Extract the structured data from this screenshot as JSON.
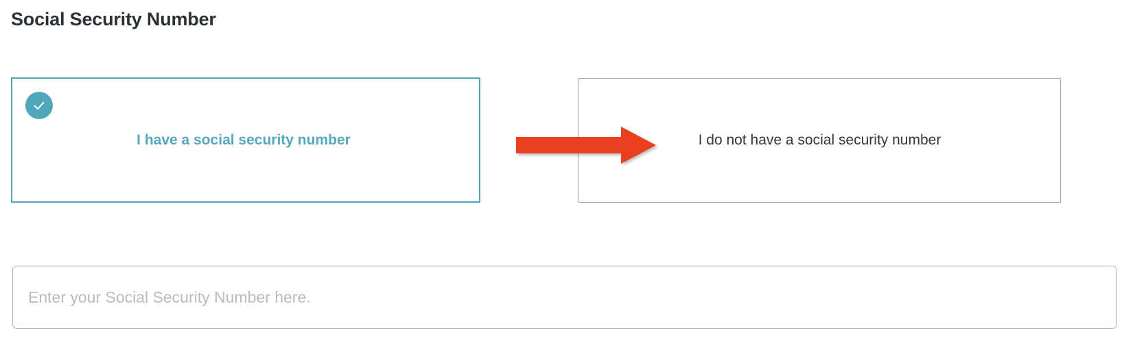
{
  "page": {
    "title": "Social Security Number"
  },
  "choices": {
    "selected": {
      "label": "I have a social security number",
      "state": "selected",
      "icon": "check-circle-icon",
      "accent_color": "#4ea8b9",
      "text_color": "#57a9bd"
    },
    "unselected": {
      "label": "I do not have a social security number",
      "state": "unselected",
      "border_color": "#aaa7ac",
      "text_color": "#33383d"
    }
  },
  "annotation": {
    "arrow": {
      "name": "red-arrow-annotation",
      "direction": "right",
      "color": "#e8411f",
      "points_from": "I have a social security number",
      "points_to": "I do not have a social security number"
    }
  },
  "input": {
    "name": "ssn-input",
    "value": "",
    "placeholder": "Enter your Social Security Number here.",
    "placeholder_color": "#b6bcc1",
    "border_color": "#b3b2b6"
  }
}
